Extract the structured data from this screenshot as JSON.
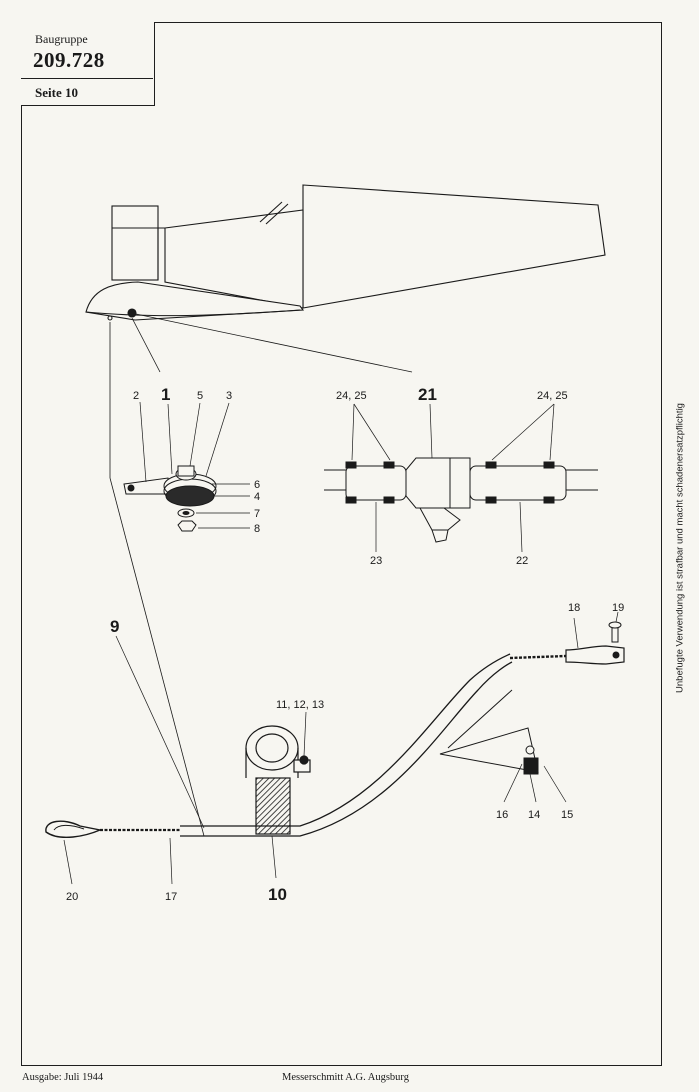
{
  "title_block": {
    "label": "Baugruppe",
    "number": "209.728",
    "page": "Seite 10"
  },
  "callouts": {
    "c1": "1",
    "c2": "2",
    "c3": "3",
    "c4": "4",
    "c5": "5",
    "c6": "6",
    "c7": "7",
    "c8": "8",
    "c9": "9",
    "c10": "10",
    "c11_13": "11, 12, 13",
    "c14": "14",
    "c15": "15",
    "c16": "16",
    "c17": "17",
    "c18": "18",
    "c19": "19",
    "c20": "20",
    "c21": "21",
    "c22": "22",
    "c23": "23",
    "c24_25_left": "24, 25",
    "c24_25_right": "24, 25"
  },
  "side_note": "Unbefugte Verwendung ist strafbar und macht schadenersatzpflichtig",
  "footer": {
    "issue": "Ausgabe: Juli 1944",
    "publisher": "Messerschmitt A.G. Augsburg"
  },
  "colors": {
    "ink": "#1a1a1a",
    "paper": "#f7f6f1"
  }
}
